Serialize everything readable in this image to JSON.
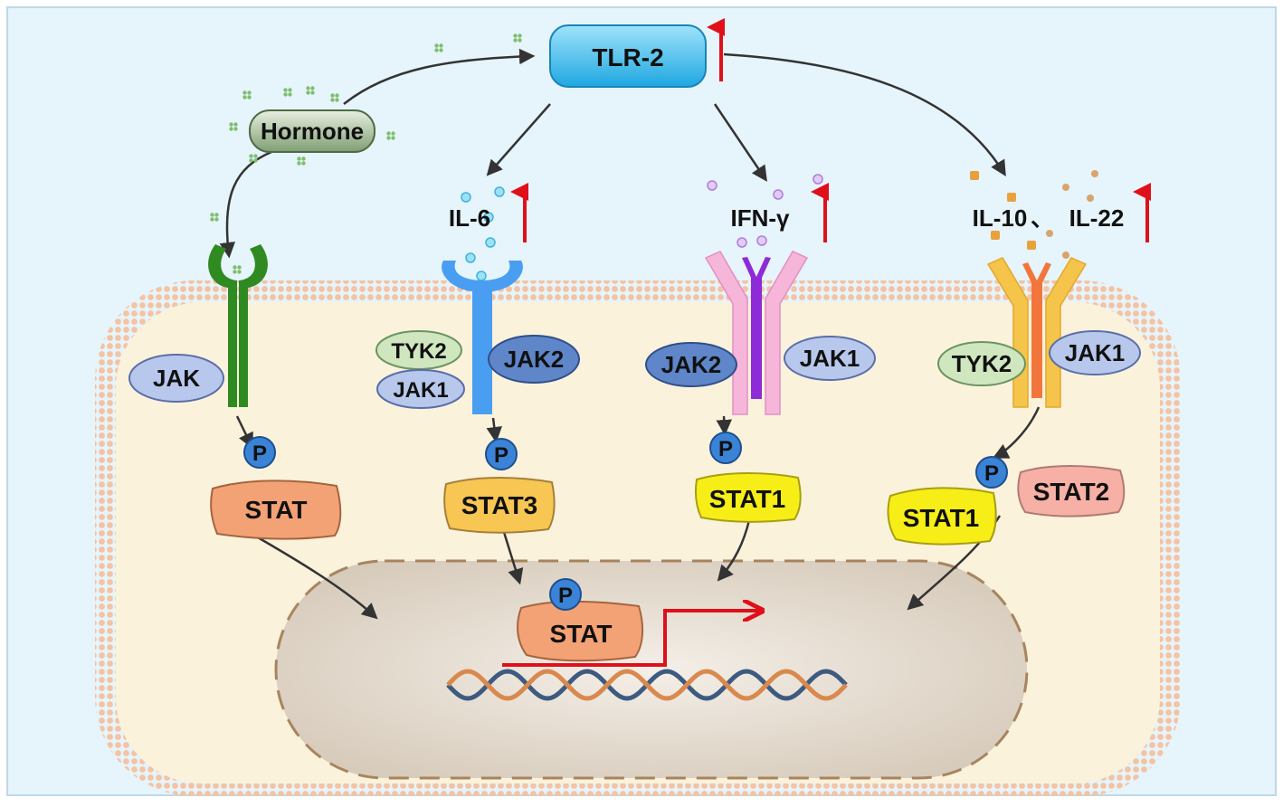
{
  "top": {
    "tlr2": "TLR-2",
    "hormone": "Hormone"
  },
  "ligands": {
    "il6": "IL-6",
    "ifn": "IFN-γ",
    "il10": "IL-10",
    "separator": "、",
    "il22": "IL-22"
  },
  "pathway1": {
    "jak": "JAK",
    "p": "P",
    "stat": "STAT"
  },
  "pathway2": {
    "tyk2": "TYK2",
    "jak1": "JAK1",
    "jak2": "JAK2",
    "p": "P",
    "stat": "STAT3"
  },
  "pathway3": {
    "jak2": "JAK2",
    "jak1": "JAK1",
    "p": "P",
    "stat": "STAT1"
  },
  "pathway4": {
    "tyk2": "TYK2",
    "jak1": "JAK1",
    "p": "P",
    "stat1": "STAT1",
    "stat2": "STAT2"
  },
  "nucleus": {
    "p": "P",
    "stat": "STAT"
  },
  "colors": {
    "background": "#e6f4fb",
    "membrane": "#f2c2a0",
    "cytoplasm": "#fbf2dc",
    "nucleus": "#e0d6c8",
    "up_arrow": "#e0101a",
    "tlr2": "#45c3f0",
    "hormone_receptor": "#2f8a22",
    "il6_receptor": "#4a9ef2",
    "ifn_receptor": "#f5b6da",
    "il10_receptor": "#f5c44a",
    "stat": "#f3a276",
    "stat3": "#f7c653",
    "stat1": "#f7ee18",
    "stat2": "#f7b0a6"
  }
}
